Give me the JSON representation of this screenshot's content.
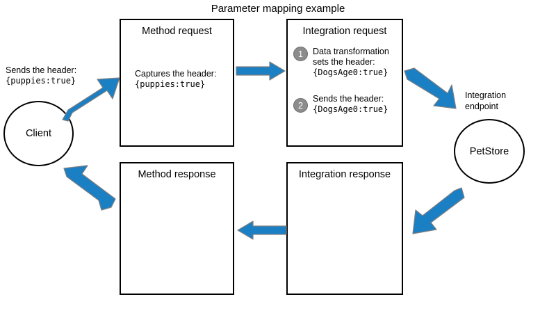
{
  "diagram": {
    "title": "Parameter mapping example",
    "accent_color": "#1b7fc4",
    "arrow_outline_color": "#7f7f7f",
    "step_badge_color": "#8c8c8c",
    "box_border_color": "#000000",
    "background_color": "#ffffff"
  },
  "client": {
    "node_label": "Client",
    "caption_line1": "Sends the header:",
    "caption_line2": "{puppies:true}"
  },
  "endpoint": {
    "caption_line1": "Integration",
    "caption_line2": "endpoint",
    "node_label": "PetStore"
  },
  "method_request": {
    "title": "Method request",
    "body_line1": "Captures the header:",
    "body_line2": "{puppies:true}"
  },
  "integration_request": {
    "title": "Integration request",
    "steps": [
      {
        "number": "1",
        "line1": "Data transformation",
        "line2": "sets the header:",
        "line3": "{DogsAge0:true}"
      },
      {
        "number": "2",
        "line1": "Sends the header:",
        "line2": "{DogsAge0:true}"
      }
    ]
  },
  "method_response": {
    "title": "Method response"
  },
  "integration_response": {
    "title": "Integration response"
  },
  "arrows": [
    {
      "name": "client-to-method-request",
      "direction": "up-right"
    },
    {
      "name": "method-request-to-integration-request",
      "direction": "right"
    },
    {
      "name": "integration-request-to-endpoint",
      "direction": "down-right"
    },
    {
      "name": "endpoint-to-integration-response",
      "direction": "down-left"
    },
    {
      "name": "integration-response-to-method-response",
      "direction": "left"
    },
    {
      "name": "method-response-to-client",
      "direction": "up-left"
    }
  ]
}
